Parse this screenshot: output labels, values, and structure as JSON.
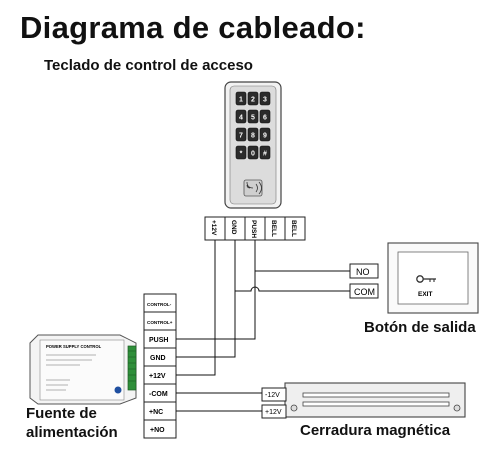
{
  "title": "Diagrama de cableado:",
  "keypad": {
    "label": "Teclado de control de acceso",
    "keys": [
      "1",
      "2",
      "3",
      "4",
      "5",
      "6",
      "7",
      "8",
      "9",
      "*",
      "0",
      "#"
    ]
  },
  "keypad_terminals": [
    "+12V",
    "GND",
    "PUSH",
    "BELL",
    "BELL"
  ],
  "exit_button": {
    "label": "Botón de salida",
    "terminals": [
      "NO",
      "COM"
    ],
    "plate_text": "EXIT"
  },
  "controller_terminals": [
    "CONTROL-",
    "CONTROL+",
    "PUSH",
    "GND",
    "+12V",
    "-COM",
    "+NC",
    "+NO"
  ],
  "power_supply": {
    "label_line1": "Fuente de",
    "label_line2": "alimentación",
    "module_title": "POWER SUPPLY CONTROL"
  },
  "lock": {
    "label": "Cerradura magnética",
    "terminals": [
      "-12V",
      "+12V"
    ]
  }
}
